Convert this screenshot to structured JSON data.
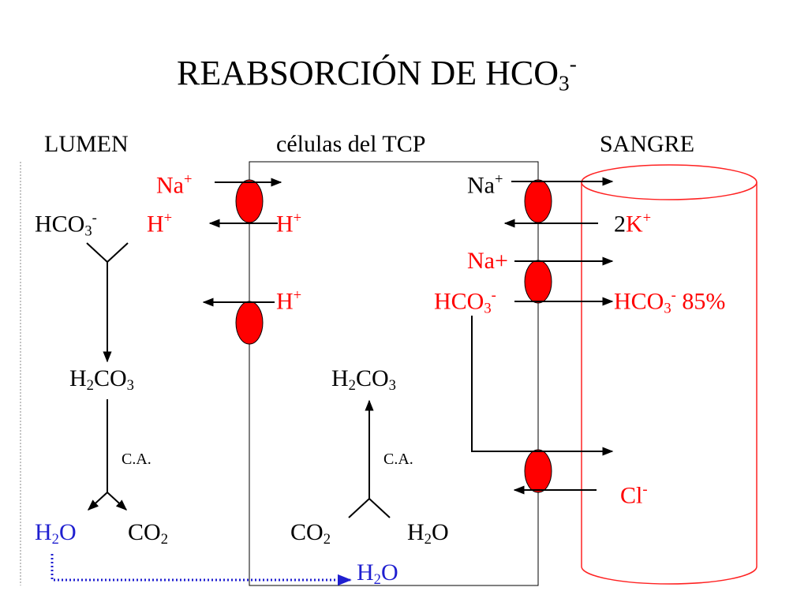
{
  "title": {
    "main": "REABSORCIÓN  DE HCO",
    "sub": "3",
    "sup": "-"
  },
  "headers": {
    "lumen": "LUMEN",
    "cells": "células del TCP",
    "blood": "SANGRE"
  },
  "lumen": {
    "na": {
      "base": "Na",
      "sup": "+"
    },
    "h": {
      "base": "H",
      "sup": "+"
    },
    "hco3": {
      "base": "HCO",
      "sub": "3",
      "sup": "-"
    },
    "h2co3": {
      "a": "H",
      "s1": "2",
      "b": "CO",
      "s2": "3"
    },
    "ca": "C.A.",
    "h2o": {
      "a": "H",
      "s1": "2",
      "b": "O"
    },
    "co2": {
      "a": "CO",
      "s1": "2"
    }
  },
  "cell": {
    "h_top": {
      "base": "H",
      "sup": "+"
    },
    "h_mid": {
      "base": "H",
      "sup": "+"
    },
    "na_top": {
      "base": "Na",
      "sup": "+"
    },
    "na_plus": "Na+",
    "hco3": {
      "base": "HCO",
      "sub": "3",
      "sup": "-"
    },
    "h2co3": {
      "a": "H",
      "s1": "2",
      "b": "CO",
      "s2": "3"
    },
    "ca": "C.A.",
    "co2": {
      "a": "CO",
      "s1": "2"
    },
    "h2o": {
      "a": "H",
      "s1": "2",
      "b": "O"
    },
    "h2o_diffused": {
      "a": "H",
      "s1": "2",
      "b": "O"
    }
  },
  "blood": {
    "k": {
      "pre": "2",
      "base": "K",
      "sup": "+"
    },
    "hco3": {
      "base": "HCO",
      "sub": "3",
      "sup": "-",
      "pct": " 85%"
    },
    "cl": {
      "base": "Cl",
      "sup": "-"
    }
  },
  "colors": {
    "accent": "#ff0000",
    "water_path": "#1f1fd0",
    "line": "#000000"
  }
}
